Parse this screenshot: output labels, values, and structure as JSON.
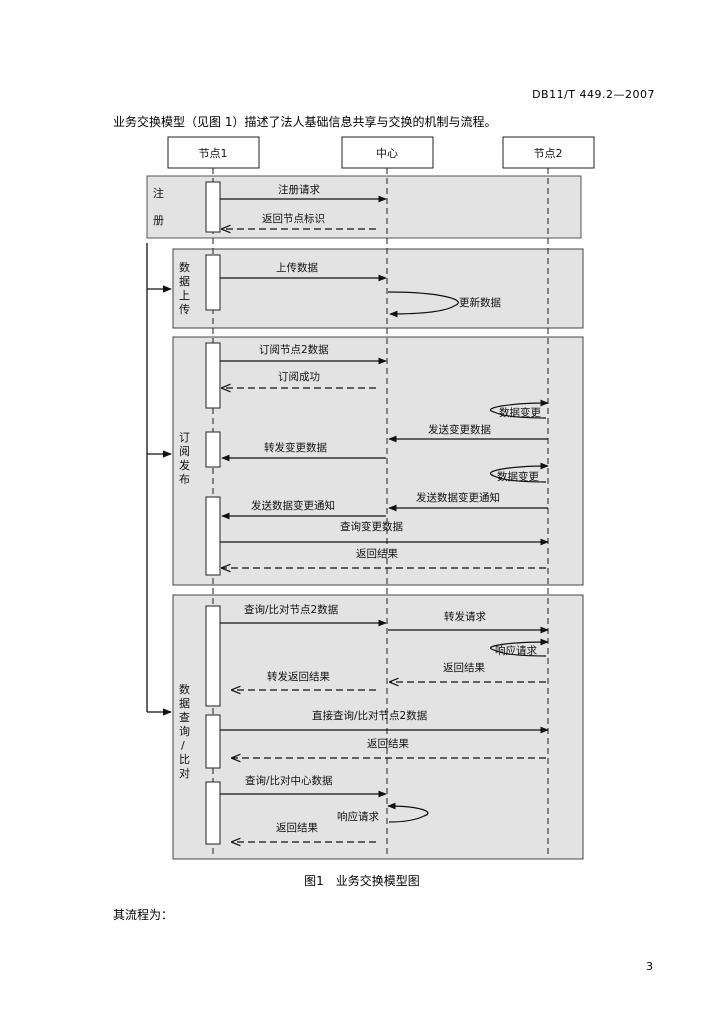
{
  "header": {
    "standard_code": "DB11/T 449.2—2007"
  },
  "intro_text": "业务交换模型（见图 1）描述了法人基础信息共享与交换的机制与流程。",
  "figure": {
    "participants": {
      "node1": "节点1",
      "center": "中心",
      "node2": "节点2"
    },
    "sections": {
      "register": [
        "注",
        "册"
      ],
      "upload": [
        "数",
        "据",
        "上",
        "传"
      ],
      "subscribe": [
        "订",
        "阅",
        "发",
        "布"
      ],
      "query": [
        "数",
        "据",
        "查",
        "询",
        "/",
        "比",
        "对"
      ]
    },
    "messages": {
      "register_request": "注册请求",
      "return_node_id": "返回节点标识",
      "upload_data": "上传数据",
      "update_data": "更新数据",
      "subscribe_node2": "订阅节点2数据",
      "subscribe_success": "订阅成功",
      "data_change_1": "数据变更",
      "send_change_data": "发送变更数据",
      "forward_change_data": "转发变更数据",
      "data_change_2": "数据变更",
      "send_change_notice_c": "发送数据变更通知",
      "send_change_notice_n1": "发送数据变更通知",
      "query_change_data": "查询变更数据",
      "return_result_1": "返回结果",
      "query_compare_node2": "查询/比对节点2数据",
      "forward_request": "转发请求",
      "respond_request_1": "响应请求",
      "return_result_2": "返回结果",
      "forward_return_result": "转发返回结果",
      "direct_query_node2": "直接查询/比对节点2数据",
      "return_result_3": "返回结果",
      "query_center_data": "查询/比对中心数据",
      "respond_request_2": "响应请求",
      "return_result_4": "返回结果"
    },
    "colors": {
      "section_fill": "#e3e3e3",
      "line": "#111111"
    }
  },
  "caption": "图1　业务交换模型图",
  "flow_intro": "其流程为：",
  "page_number": "3"
}
